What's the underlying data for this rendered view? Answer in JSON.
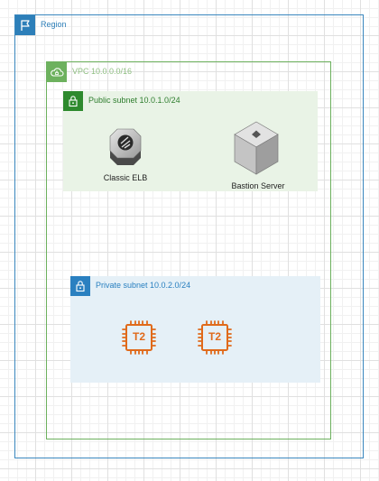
{
  "region": {
    "label": "Region",
    "icon": "flag-icon"
  },
  "vpc": {
    "label": "VPC 10.0.0.0/16",
    "icon": "cloud-icon"
  },
  "public_subnet": {
    "label": "Public subnet 10.0.1.0/24",
    "icon": "lock-icon",
    "nodes": [
      {
        "label": "Classic ELB",
        "icon": "classic-elb-icon"
      },
      {
        "label": "Bastion Server",
        "icon": "server-icon"
      }
    ]
  },
  "private_subnet": {
    "label": "Private subnet 10.0.2.0/24",
    "icon": "lock-icon",
    "instances": [
      {
        "label": "T2",
        "icon": "ec2-instance-icon"
      },
      {
        "label": "T2",
        "icon": "ec2-instance-icon"
      }
    ]
  },
  "colors": {
    "region": "#3a87be",
    "vpc": "#6db15e",
    "public_fill": "#e9f3e6",
    "private_fill": "#e5f0f7",
    "ec2": "#e06a1b"
  }
}
